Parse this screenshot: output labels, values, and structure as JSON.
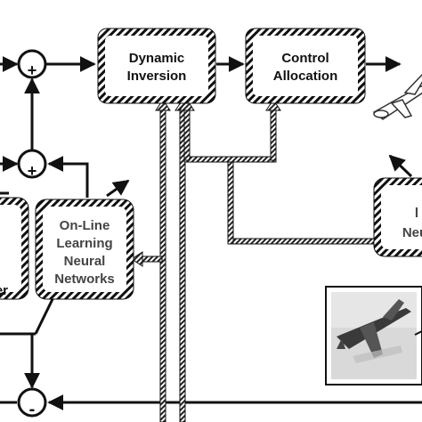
{
  "blocks": {
    "dynamic_inversion": {
      "line1": "Dynamic",
      "line2": "Inversion"
    },
    "control_allocation": {
      "line1": "Control",
      "line2": "Allocation"
    },
    "online_learning": {
      "line1": "On-Line",
      "line2": "Learning",
      "line3": "Neural",
      "line4": "Networks"
    },
    "left_partial": {
      "line1": "er"
    },
    "right_partial": {
      "line1": "l",
      "line2": "Neu"
    }
  },
  "summing_junctions": {
    "top": "+",
    "middle": "+",
    "bottom": "-"
  },
  "colors": {
    "line": "#111111",
    "hatch_dark": "#111111",
    "hatch_light": "#ffffff",
    "block_fill": "#ffffff",
    "nn_text": "#444444",
    "photo_bg": "#d9d9d9"
  },
  "icons": [
    "aircraft-icon",
    "aircraft-photo"
  ]
}
